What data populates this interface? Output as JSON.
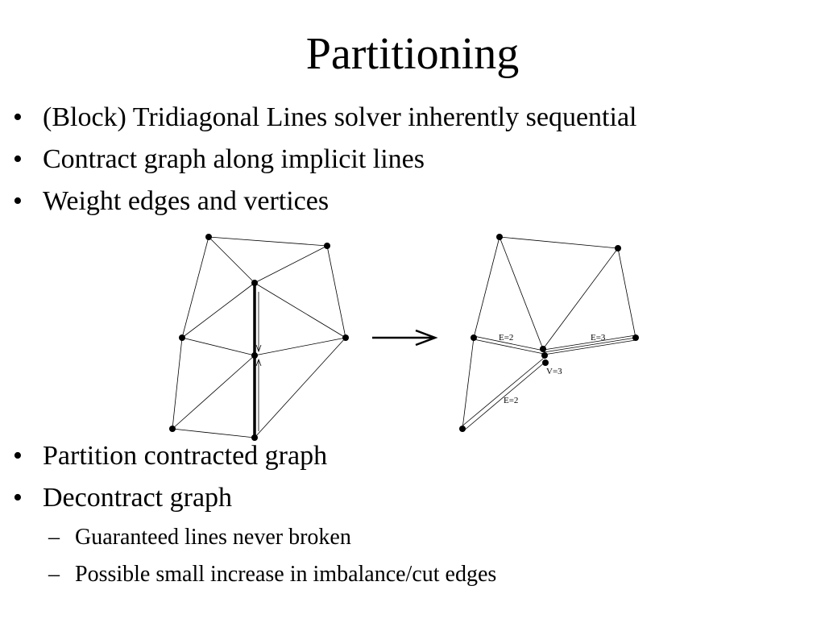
{
  "slide": {
    "title": "Partitioning",
    "bullets_top": [
      "(Block) Tridiagonal Lines solver inherently sequential",
      "Contract graph along implicit lines",
      "Weight edges and vertices"
    ],
    "bullets_bottom": [
      "Partition contracted graph",
      "Decontract graph"
    ],
    "sub_bullets": [
      "Guaranteed lines never broken",
      "Possible small increase in imbalance/cut edges"
    ],
    "bullet_marker": "•",
    "sub_bullet_marker": "–"
  },
  "figure": {
    "edge_labels": [
      "E=2",
      "E=3",
      "E=2"
    ],
    "vertex_label": "V=3"
  }
}
